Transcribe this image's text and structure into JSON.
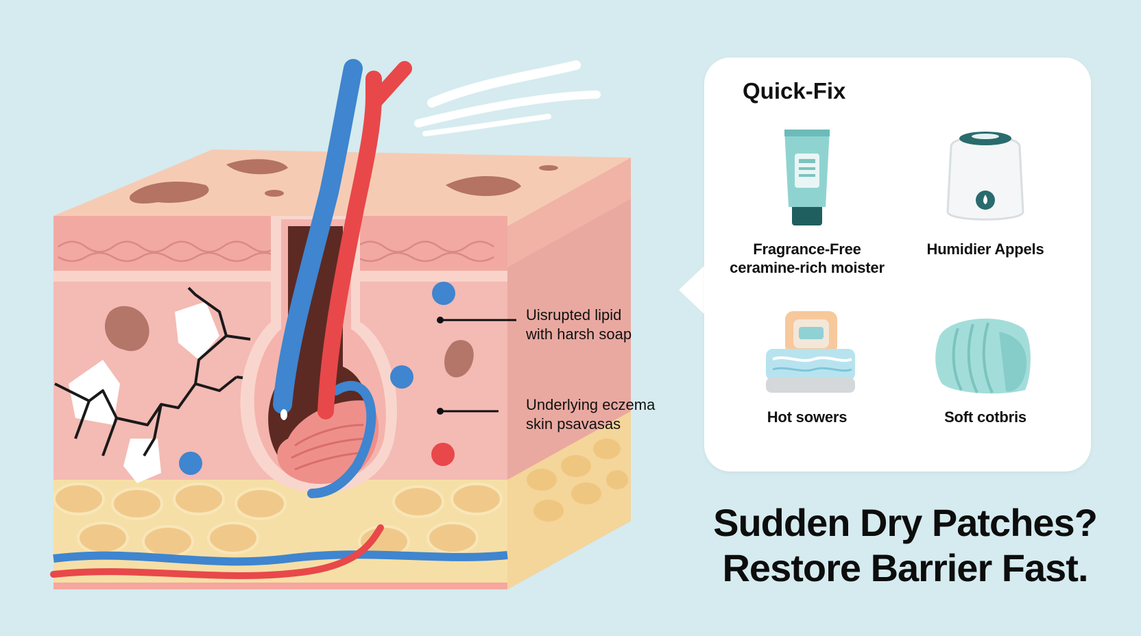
{
  "callouts": [
    {
      "id": "lipid",
      "text": "Uisrupted lipid\nwith harsh soap"
    },
    {
      "id": "eczema",
      "text": "Underlying eczema\nskin psavasas"
    }
  ],
  "quick_fix": {
    "title": "Quick-Fix",
    "items": [
      {
        "label": "Fragrance-Free\nceramine-rich moister",
        "icon": "moisturizer-tube-icon"
      },
      {
        "label": "Humidier Appels",
        "icon": "humidifier-icon"
      },
      {
        "label": "Hot sowers",
        "icon": "hot-shower-icon"
      },
      {
        "label": "Soft cotbris",
        "icon": "soft-towel-icon"
      }
    ]
  },
  "headline": {
    "line1": "Sudden Dry Patches?",
    "line2": "Restore Barrier Fast."
  },
  "colors": {
    "background": "#d5ebef",
    "epidermis": "#f6c9b6",
    "dermis": "#f3b7b0",
    "fat": "#f6dfa6",
    "vein": "#3f85cf",
    "artery": "#e8484a",
    "card": "#ffffff"
  }
}
